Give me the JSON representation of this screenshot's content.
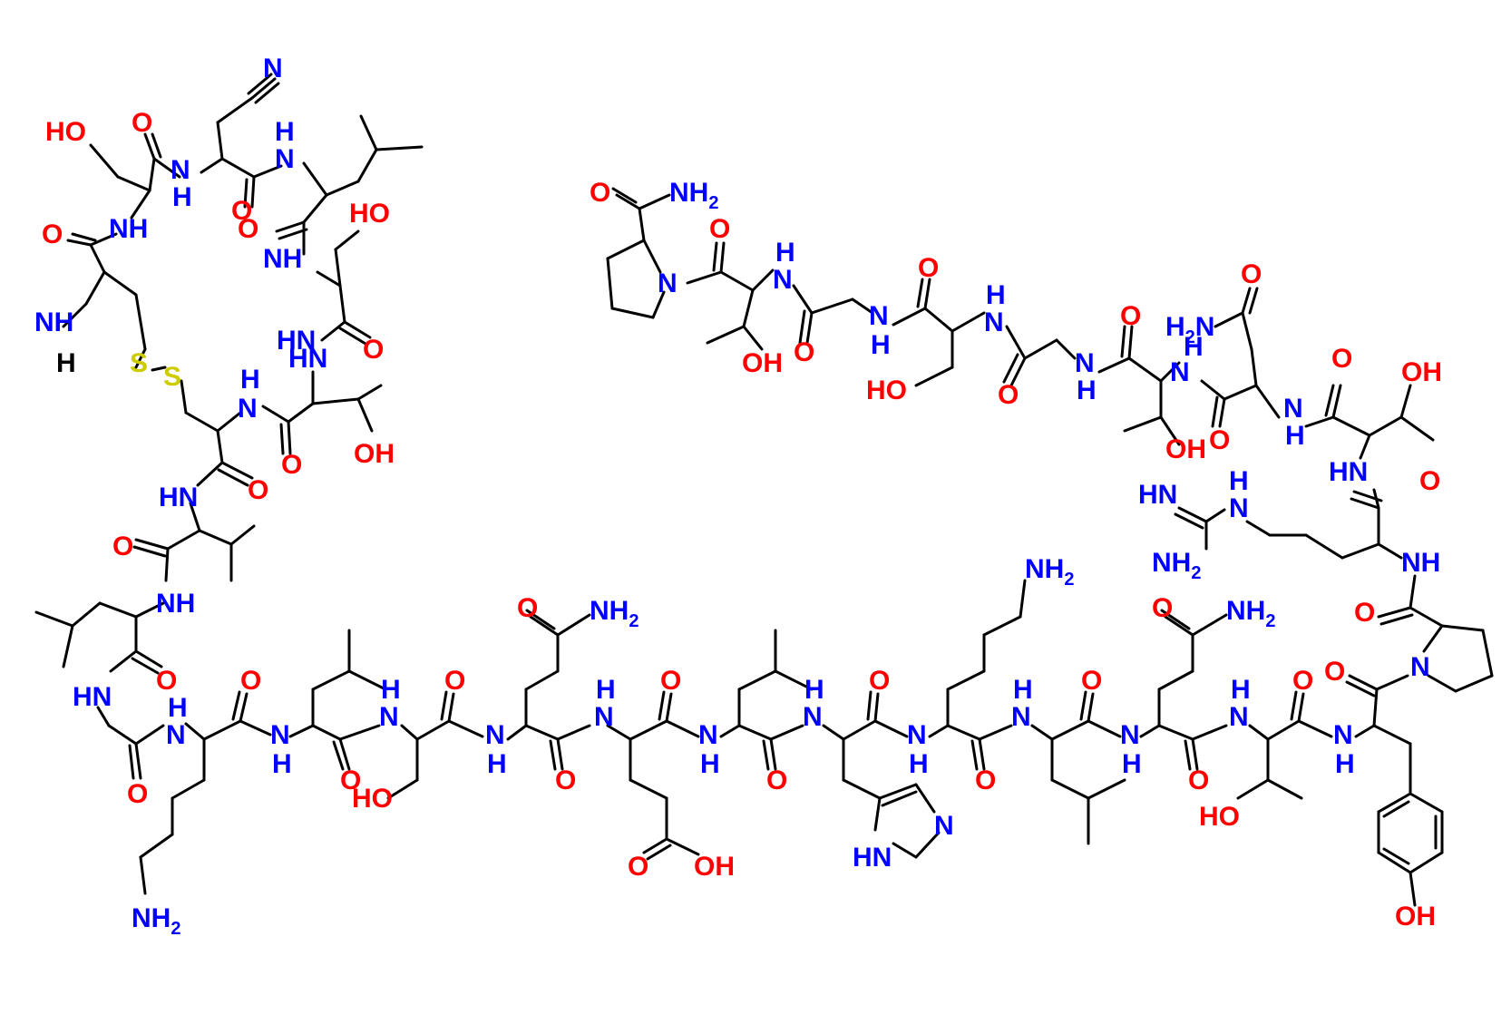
{
  "colors": {
    "N": "#0000ff",
    "O": "#ff0000",
    "S": "#cccc00",
    "H": "#000000",
    "bond": "#000000",
    "background": "#ffffff"
  },
  "subscript": "2",
  "labels": {
    "nterm": [
      "NH",
      "H"
    ],
    "cys1": [
      "O",
      "NH"
    ],
    "ser1": [
      "HO",
      "O",
      "NH"
    ],
    "cyano": [
      "N",
      "O",
      "NH"
    ],
    "leu1": [
      "NH",
      "O"
    ],
    "ser2": [
      "HO",
      "O",
      "HN"
    ],
    "disulfide": [
      "S",
      "S"
    ],
    "cys2": [
      "NH",
      "O",
      "O"
    ],
    "thr1": [
      "HN",
      "OH"
    ],
    "val": [
      "HN",
      "O"
    ],
    "leu2": [
      "O",
      "NH",
      "O"
    ],
    "gly1": [
      "HN",
      "O"
    ],
    "lys1": [
      "NH",
      "NH"
    ],
    "leu3": [
      "O",
      "NH",
      "O"
    ],
    "ser3": [
      "NH",
      "O",
      "HO"
    ],
    "gln1": [
      "NH",
      "O",
      "O",
      "NH"
    ],
    "glu": [
      "NH",
      "O",
      "O",
      "O",
      "OH"
    ],
    "leu4": [
      "NH",
      "O"
    ],
    "his": [
      "NH",
      "O",
      "N",
      "HN"
    ],
    "lys2": [
      "NH",
      "O",
      "NH"
    ],
    "leu5": [
      "NH",
      "O"
    ],
    "gln2": [
      "NH",
      "O",
      "O",
      "NH"
    ],
    "thr2": [
      "NH",
      "O",
      "HO"
    ],
    "tyr": [
      "NH",
      "O",
      "OH"
    ],
    "pro2": [
      "N",
      "O"
    ],
    "arg": [
      "NH",
      "O",
      "HN",
      "NH",
      "HN",
      "H",
      "N"
    ],
    "thr3": [
      "HN",
      "O",
      "OH"
    ],
    "asn": [
      "NH",
      "O",
      "O",
      "N",
      "H"
    ],
    "thr4": [
      "N",
      "H",
      "O",
      "OH"
    ],
    "gly2": [
      "NH",
      "O"
    ],
    "ser4": [
      "NH",
      "O",
      "HO"
    ],
    "gly3": [
      "NH",
      "O"
    ],
    "thr5": [
      "NH",
      "O",
      "OH"
    ],
    "pro1": [
      "N",
      "O",
      "NH"
    ]
  }
}
